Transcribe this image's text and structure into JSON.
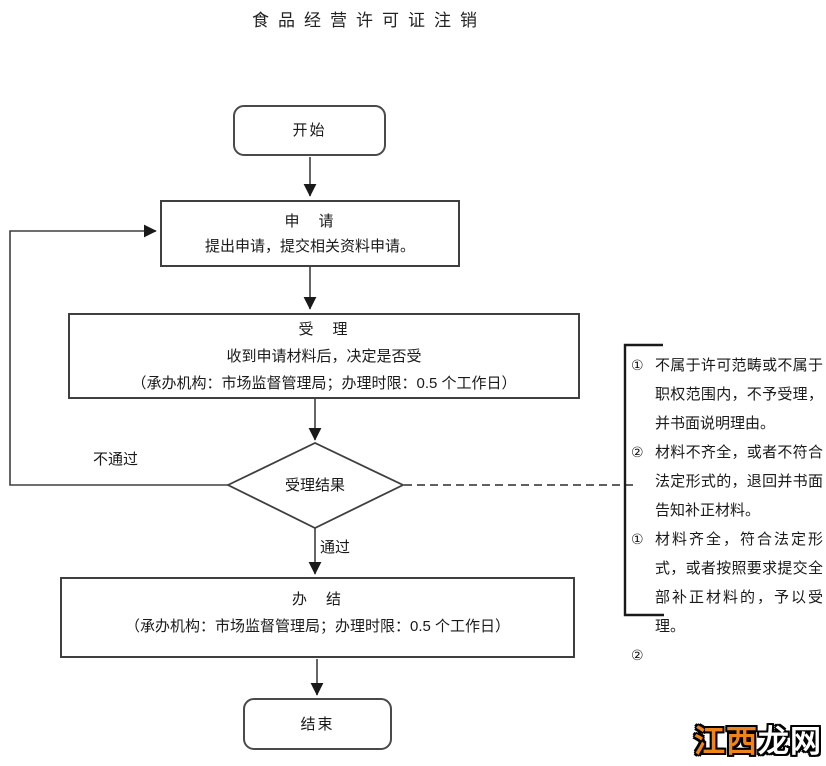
{
  "title": "食品经营许可证注销",
  "flow": {
    "start_label": "开始",
    "apply": {
      "title": "申　请",
      "line1": "提出申请，提交相关资料申请。"
    },
    "accept": {
      "title": "受　理",
      "line1": "收到申请材料后，决定是否受",
      "line2": "（承办机构：市场监督管理局；办理时限：0.5 个工作日）"
    },
    "decision_label": "受理结果",
    "fail_label": "不通过",
    "pass_label": "通过",
    "finish": {
      "title": "办　结",
      "line1": "（承办机构：市场监督管理局；办理时限：0.5 个工作日）"
    },
    "end_label": "结束"
  },
  "notes": {
    "items": [
      {
        "marker": "①",
        "text": "不属于许可范畴或不属于职权范围内，不予受理，并书面说明理由。"
      },
      {
        "marker": "②",
        "text": "材料不齐全，或者不符合法定形式的，退回并书面告知补正材料。"
      },
      {
        "marker": "①",
        "text": "材料齐全，符合法定形式，或者按照要求提交全部补正材料的，予以受理。"
      },
      {
        "marker": "②",
        "text": ""
      }
    ]
  },
  "watermark": {
    "part1": "江西",
    "part2": "龙网",
    "part1_color": "#f08418",
    "part2_color": "#ffffff"
  },
  "colors": {
    "line": "#3f3f3f",
    "background": "#ffffff"
  }
}
